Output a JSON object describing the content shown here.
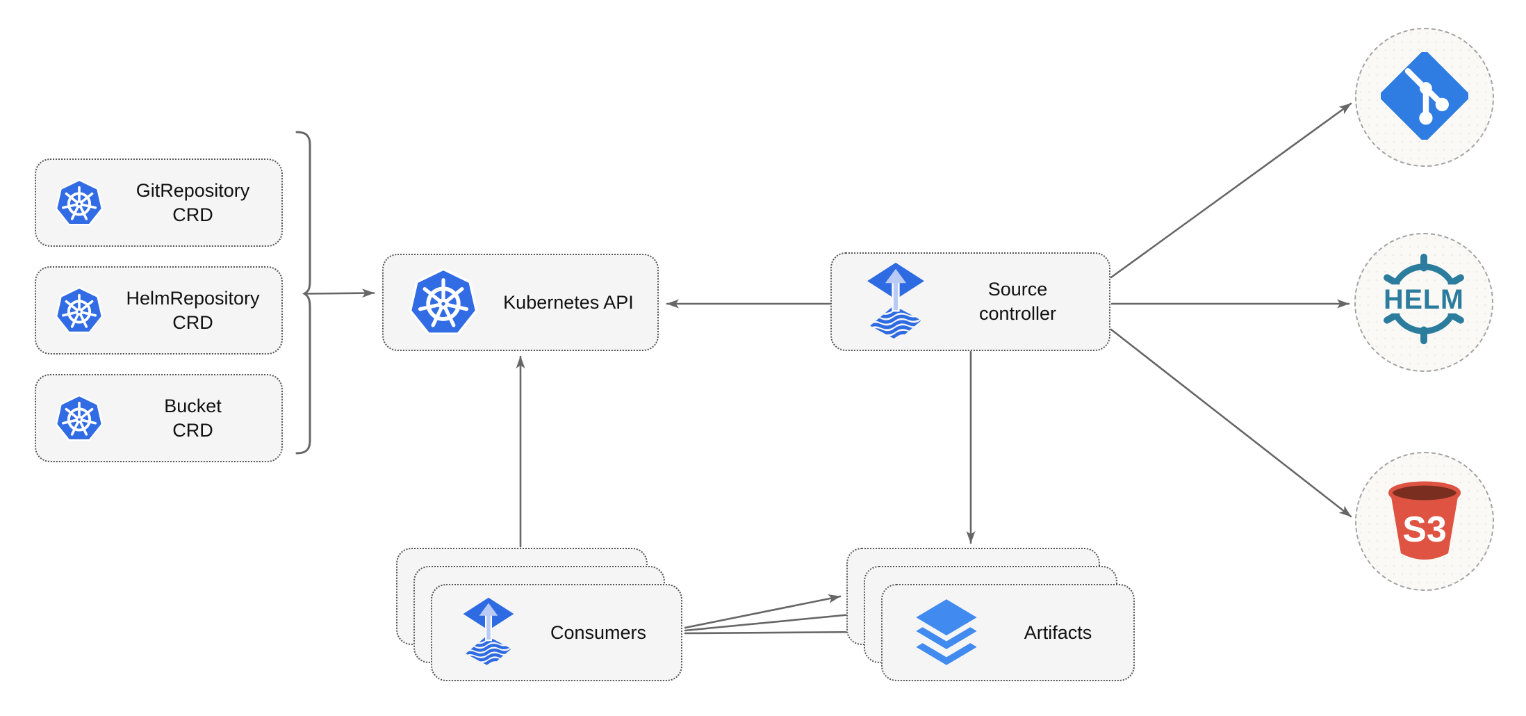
{
  "diagram": {
    "nodes": {
      "crd_list": [
        {
          "line1": "GitRepository",
          "line2": "CRD"
        },
        {
          "line1": "HelmRepository",
          "line2": "CRD"
        },
        {
          "line1": "Bucket",
          "line2": "CRD"
        }
      ],
      "kubernetes_api": {
        "label": "Kubernetes API"
      },
      "source_controller": {
        "line1": "Source",
        "line2": "controller"
      },
      "consumers": {
        "label": "Consumers"
      },
      "artifacts": {
        "label": "Artifacts"
      },
      "git_source": {
        "icon": "git-icon"
      },
      "helm_source": {
        "label": "HELM"
      },
      "s3_source": {
        "label": "S3"
      }
    },
    "colors": {
      "kubernetes_blue": "#326CE5",
      "flux_blue": "#2E6BE2",
      "flux_light": "#B9CBF4",
      "layers_blue": "#418BF0",
      "git_blue": "#2F7DE3",
      "helm_teal": "#2C7C9E",
      "s3_red": "#DF5342",
      "s3_dark": "#7A2E1F",
      "arrow_gray": "#666666",
      "node_fill": "#F5F5F5",
      "node_border": "#575757",
      "circle_border": "#A3A3A3",
      "text": "#111111"
    }
  }
}
